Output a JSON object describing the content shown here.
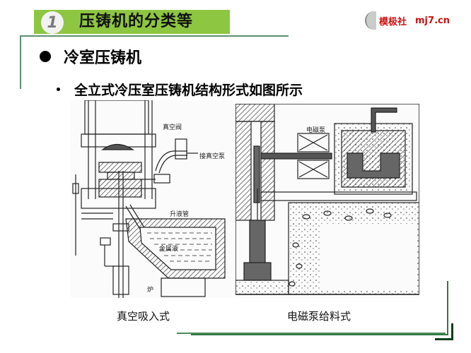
{
  "section": {
    "number": "1",
    "title": "压铸机的分类等",
    "banner_color": "#8dc641"
  },
  "logo": {
    "name": "模极社",
    "url": "mj7.cn",
    "color": "#cc1111"
  },
  "content": {
    "heading": "冷室压铸机",
    "subheading": "全立式冷压室压铸机结构形式如图所示"
  },
  "figures": [
    {
      "caption": "真空吸入式",
      "labels": [
        "真空阀",
        "接真空泵",
        "升液管",
        "金属液",
        "炉"
      ]
    },
    {
      "caption": "电磁泵给料式",
      "labels": [
        "电磁泵"
      ]
    }
  ],
  "timeline": {
    "dots": [
      {
        "color": "#1ea7f0"
      },
      {
        "color": "#ffc000"
      },
      {
        "color": "#d99594"
      },
      {
        "color": "#8dc641"
      },
      {
        "color": "#1ea7f0"
      },
      {
        "color": "#ffc000"
      },
      {
        "color": "#d99594"
      },
      {
        "color": "#8dc641"
      }
    ]
  }
}
